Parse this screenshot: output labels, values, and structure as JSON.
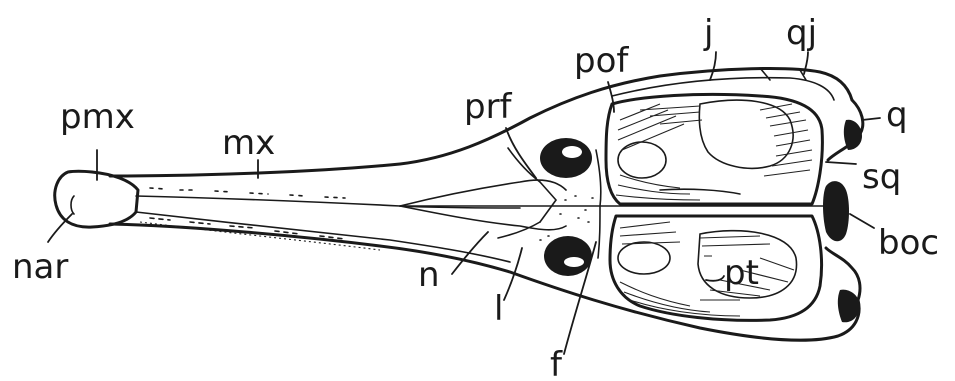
{
  "labels": {
    "pmx": "pmx",
    "mx": "mx",
    "nar": "nar",
    "prf": "prf",
    "pof": "pof",
    "j": "j",
    "qj": "qj",
    "q": "q",
    "sq": "sq",
    "boc": "boc",
    "pt": "pt",
    "n": "n",
    "l": "l",
    "f": "f"
  }
}
